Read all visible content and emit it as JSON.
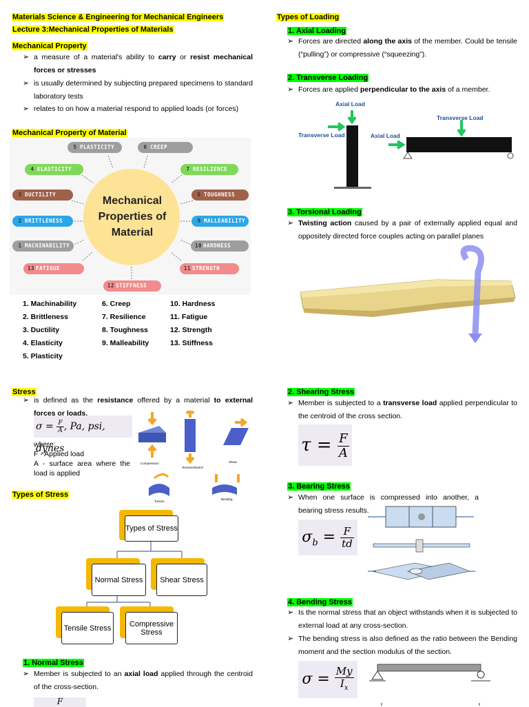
{
  "header": {
    "course": "Materials Science & Engineering for Mechanical Engineers",
    "lecture": "Lecture 3:Mechanical Properties of Materials"
  },
  "mech_property": {
    "heading": "Mechanical Property",
    "bullets": [
      {
        "pre": "a measure of a material's ability to ",
        "b1": "carry",
        "mid": " or ",
        "b2": "resist mechanical forces or stresses"
      },
      {
        "text": "is usually determined by subjecting prepared specimens to standard laboratory tests"
      },
      {
        "text": "relates to on how a material respond to applied loads (or forces)"
      }
    ]
  },
  "mech_property_of_material": {
    "heading": "Mechanical Property of Material",
    "center": [
      "Mechanical",
      "Properties of",
      "Material"
    ],
    "pills": [
      {
        "num": "5",
        "label": "PLASTICITY",
        "color": "#9e9e9e"
      },
      {
        "num": "6",
        "label": "CREEP",
        "color": "#9e9e9e"
      },
      {
        "num": "4",
        "label": "ELASTICITY",
        "color": "#7ed957"
      },
      {
        "num": "7",
        "label": "RESILIENCE",
        "color": "#7ed957"
      },
      {
        "num": "3",
        "label": "DUCTILITY",
        "color": "#a0614a"
      },
      {
        "num": "8",
        "label": "TOUGHNESS",
        "color": "#a0614a"
      },
      {
        "num": "2",
        "label": "BRITTLENESS",
        "color": "#2aa7e8"
      },
      {
        "num": "9",
        "label": "MALLEABILITY",
        "color": "#2aa7e8"
      },
      {
        "num": "1",
        "label": "MACHINABILITY",
        "color": "#9e9e9e"
      },
      {
        "num": "10",
        "label": "HARDNESS",
        "color": "#9e9e9e"
      },
      {
        "num": "13",
        "label": "FATIGUE",
        "color": "#f28b8b"
      },
      {
        "num": "11",
        "label": "STRENGTH",
        "color": "#f28b8b"
      },
      {
        "num": "12",
        "label": "STIFFNESS",
        "color": "#f28b8b"
      }
    ],
    "list_col1": [
      "1.  Machinability",
      "2.  Brittleness",
      "3.  Ductility",
      "4.  Elasticity",
      "5.  Plasticity"
    ],
    "list_col2": [
      "6. Creep",
      "7. Resilience",
      "8. Toughness",
      "9. Malleability"
    ],
    "list_col3": [
      "10. Hardness",
      "11. Fatigue",
      "12. Strength",
      "13. Stiffness"
    ]
  },
  "stress": {
    "heading": "Stress",
    "def_pre": "is defined as the ",
    "def_b1": "resistance",
    "def_mid": " offered by a material ",
    "def_b2": "to external forces or loads.",
    "formula_units": ", Pa, psi, dynes",
    "where": "where:",
    "f_def": "F - Applied load",
    "a_def": "A  -  surface area where the load is applied",
    "fig_labels": [
      "Compression",
      "Tension/Stretch",
      "Shear",
      "Torsion",
      "Bending"
    ]
  },
  "types_of_stress": {
    "heading": "Types of Stress",
    "nodes": [
      "Types of Stress",
      "Normal Stress",
      "Shear Stress",
      "Tensile Stress",
      "Compressive Stress"
    ]
  },
  "normal_stress": {
    "heading": "1.  Normal Stress",
    "pre": "Member is subjected to an ",
    "bold": "axial load",
    "post": " applied through the centroid of the cross-section."
  },
  "types_of_loading": {
    "heading": "Types of Loading",
    "axial": {
      "heading": "1.  Axial Loading",
      "pre": "Forces are directed ",
      "bold": "along the axis",
      "post": " of the member. Could be tensile (“pulling”) or compressive (“squeezing”)."
    },
    "transverse": {
      "heading": "2.  Transverse Loading",
      "pre": "Forces are applied ",
      "bold": "perpendicular to the axis",
      "post": " of a member."
    },
    "fig_labels": {
      "axial1": "Axial Load",
      "trans1": "Transverse Load",
      "axial2": "Axial Load",
      "trans2": "Transverse Load"
    },
    "torsional": {
      "heading": "3.  Torsional Loading",
      "bold": "Twisting action",
      "post": " caused by a pair of externally applied equal and oppositely directed force couples acting on parallel planes"
    }
  },
  "shearing_stress": {
    "heading": "2.  Shearing Stress",
    "pre": "Member is subjected to a ",
    "bold": "transverse load",
    "post": " applied perpendicular to the centroid of the cross section."
  },
  "bearing_stress": {
    "heading": "3.  Bearing Stress",
    "text": "When one surface is compressed into another, a bearing stress results."
  },
  "bending_stress": {
    "heading": "4.  Bending Stress",
    "b1": "Is the normal stress that an object withstands when it is subjected to external load at any cross-section.",
    "b2": "The bending stress is also defined as the ratio between the Bending moment and the section modulus of the section."
  }
}
